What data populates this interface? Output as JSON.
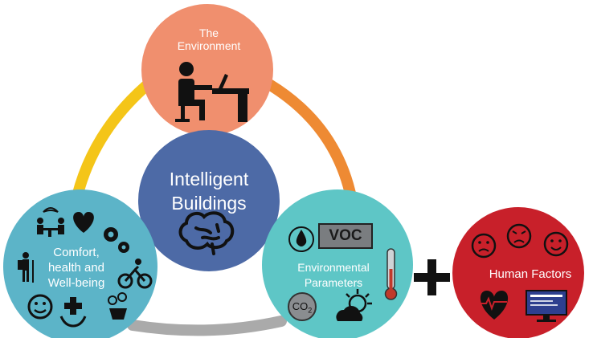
{
  "nodes": {
    "environment": {
      "title_line1": "The",
      "title_line2": "Environment"
    },
    "center": {
      "title_line1": "Intelligent",
      "title_line2": "Buildings"
    },
    "comfort": {
      "title_line1": "Comfort,",
      "title_line2": "health and",
      "title_line3": "Well-being"
    },
    "parameters": {
      "title_line1": "Environmental",
      "title_line2": "Parameters",
      "voc_label": "VOC",
      "co2_label": "CO",
      "co2_subscript": "2"
    },
    "human": {
      "title": "Human Factors"
    }
  },
  "colors": {
    "environment": "#f08f6e",
    "center": "#4d6aa6",
    "comfort": "#5cb4c8",
    "parameters": "#5ec6c6",
    "human": "#c8202a",
    "ring_left": "#f4c518",
    "ring_right": "#ee8a33",
    "ring_bottom": "#aaaaaa"
  },
  "icons": [
    "person-at-desk-icon",
    "brain-icon",
    "people-meeting-icon",
    "heart-icon",
    "gears-icon",
    "hiker-icon",
    "cyclist-icon",
    "smiley-icon",
    "medical-hands-icon",
    "flower-pot-icon",
    "water-drop-icon",
    "thermometer-icon",
    "sun-cloud-icon",
    "sad-face-icon",
    "angry-face-icon",
    "happy-face-icon",
    "heartbeat-icon",
    "monitor-icon"
  ]
}
